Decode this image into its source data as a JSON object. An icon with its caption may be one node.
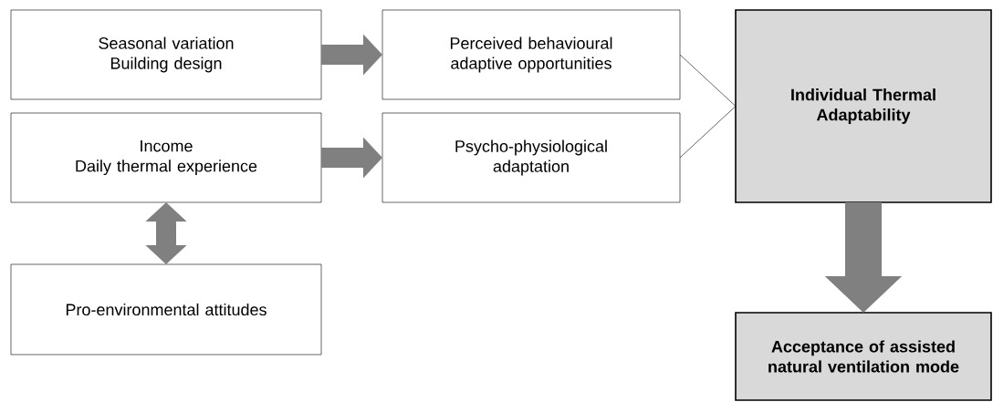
{
  "diagram": {
    "nodes": [
      {
        "text": [
          "Seasonal variation",
          "Building design"
        ]
      },
      {
        "text": [
          "Income",
          "Daily thermal experience"
        ]
      },
      {
        "text": [
          "Pro-environmental attitudes"
        ]
      },
      {
        "text": [
          "Perceived behavioural adaptive opportunities"
        ]
      },
      {
        "text": [
          "Psycho-physiological adaptation"
        ]
      },
      {
        "text": [
          "Individual Thermal Adaptability"
        ]
      },
      {
        "text": [
          "Acceptance of assisted natural ventilation mode"
        ]
      }
    ],
    "edges": [
      {
        "from": 0,
        "to": 3,
        "arrow": "to"
      },
      {
        "from": 1,
        "to": 4,
        "arrow": "to"
      },
      {
        "from": 1,
        "to": 2,
        "arrow": "both"
      },
      {
        "from": 3,
        "to": 5,
        "arrow": "none",
        "color": "#000000"
      },
      {
        "from": 4,
        "to": 5,
        "arrow": "none",
        "color": "#000000"
      },
      {
        "from": 5,
        "to": 6,
        "arrow": "to",
        "style": "thick"
      }
    ]
  }
}
